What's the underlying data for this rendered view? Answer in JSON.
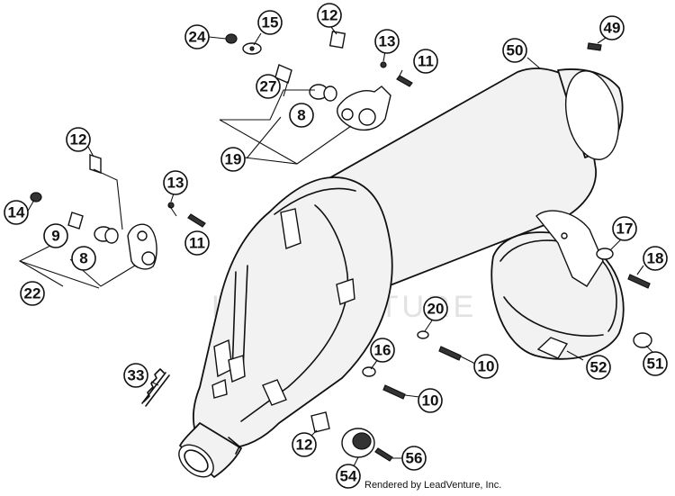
{
  "watermark": "LEADVENTURE",
  "credit": "Rendered by LeadVenture, Inc.",
  "callouts": [
    {
      "label": "24"
    },
    {
      "label": "15"
    },
    {
      "label": "12"
    },
    {
      "label": "49"
    },
    {
      "label": "50"
    },
    {
      "label": "13"
    },
    {
      "label": "11"
    },
    {
      "label": "27"
    },
    {
      "label": "8"
    },
    {
      "label": "19"
    },
    {
      "label": "12"
    },
    {
      "label": "13"
    },
    {
      "label": "14"
    },
    {
      "label": "9"
    },
    {
      "label": "11"
    },
    {
      "label": "8"
    },
    {
      "label": "22"
    },
    {
      "label": "17"
    },
    {
      "label": "18"
    },
    {
      "label": "20"
    },
    {
      "label": "16"
    },
    {
      "label": "10"
    },
    {
      "label": "10"
    },
    {
      "label": "33"
    },
    {
      "label": "52"
    },
    {
      "label": "51"
    },
    {
      "label": "12"
    },
    {
      "label": "56"
    },
    {
      "label": "54"
    }
  ]
}
